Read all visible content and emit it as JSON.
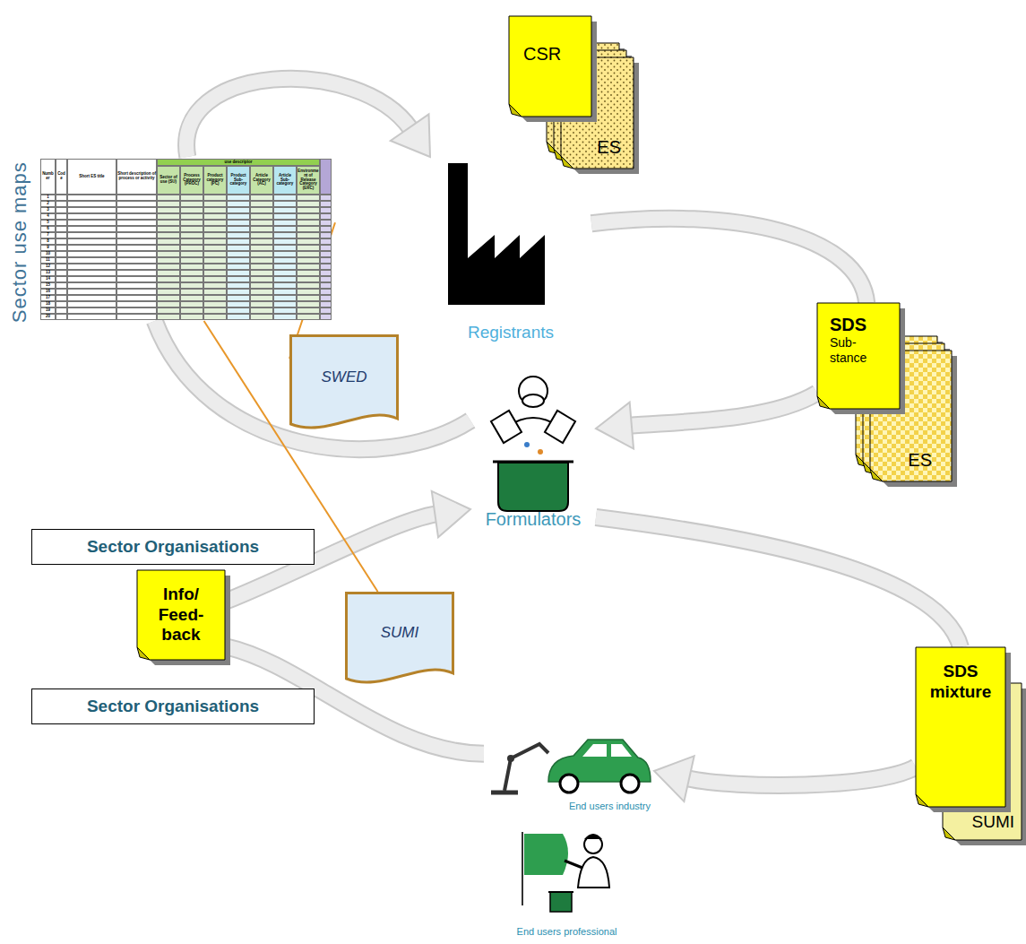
{
  "diagram": {
    "nodes": [
      {
        "text": [
          "CSR"
        ]
      },
      {
        "text": [
          "ES"
        ]
      },
      {
        "text": [
          "Registrants"
        ]
      },
      {
        "text": [
          "SDS",
          "Sub- stance"
        ]
      },
      {
        "text": [
          "ES"
        ]
      },
      {
        "text": [
          "Sector use maps"
        ]
      },
      {
        "text": [
          "SWED"
        ]
      },
      {
        "text": [
          "Formulators"
        ]
      },
      {
        "text": [
          "Sector Organisations"
        ]
      },
      {
        "text": [
          "SUMI"
        ]
      },
      {
        "text": [
          "Info/ Feed- back"
        ]
      },
      {
        "text": [
          "SDS mixture"
        ]
      },
      {
        "text": [
          "SUMI"
        ]
      },
      {
        "text": [
          "Sector Organisations"
        ]
      },
      {
        "text": [
          "End users industry"
        ]
      },
      {
        "text": [
          "End users professional"
        ]
      }
    ],
    "edges": [
      {
        "from": 7,
        "to": 5,
        "arrow": "none"
      },
      {
        "from": 5,
        "to": 2,
        "arrow": "to"
      },
      {
        "from": 2,
        "to": 3,
        "arrow": "none"
      },
      {
        "from": 3,
        "to": 7,
        "arrow": "to"
      },
      {
        "from": 7,
        "to": 11,
        "arrow": "none"
      },
      {
        "from": 11,
        "to": 14,
        "arrow": "to"
      },
      {
        "from": 14,
        "to": 10,
        "arrow": "none"
      },
      {
        "from": 10,
        "to": 7,
        "arrow": "to"
      },
      {
        "from": 5,
        "to": 6,
        "arrow": "none"
      },
      {
        "from": 5,
        "to": 9,
        "arrow": "none"
      }
    ],
    "labels": [
      "Number",
      "Code",
      "Short ES title",
      "Short description of process or activity",
      "use descriptor",
      "Sector of use (SU)",
      "Process Category (PROC)",
      "Product category (PC)",
      "Product Sub-category",
      "Article Category (AC)",
      "Article Sub-category",
      "Environment of Release Category (ERC)",
      "1",
      "2",
      "3",
      "4",
      "5",
      "6",
      "7",
      "8",
      "9",
      "10",
      "11",
      "12",
      "13",
      "14",
      "15",
      "16",
      "17",
      "18",
      "19",
      "20"
    ]
  }
}
